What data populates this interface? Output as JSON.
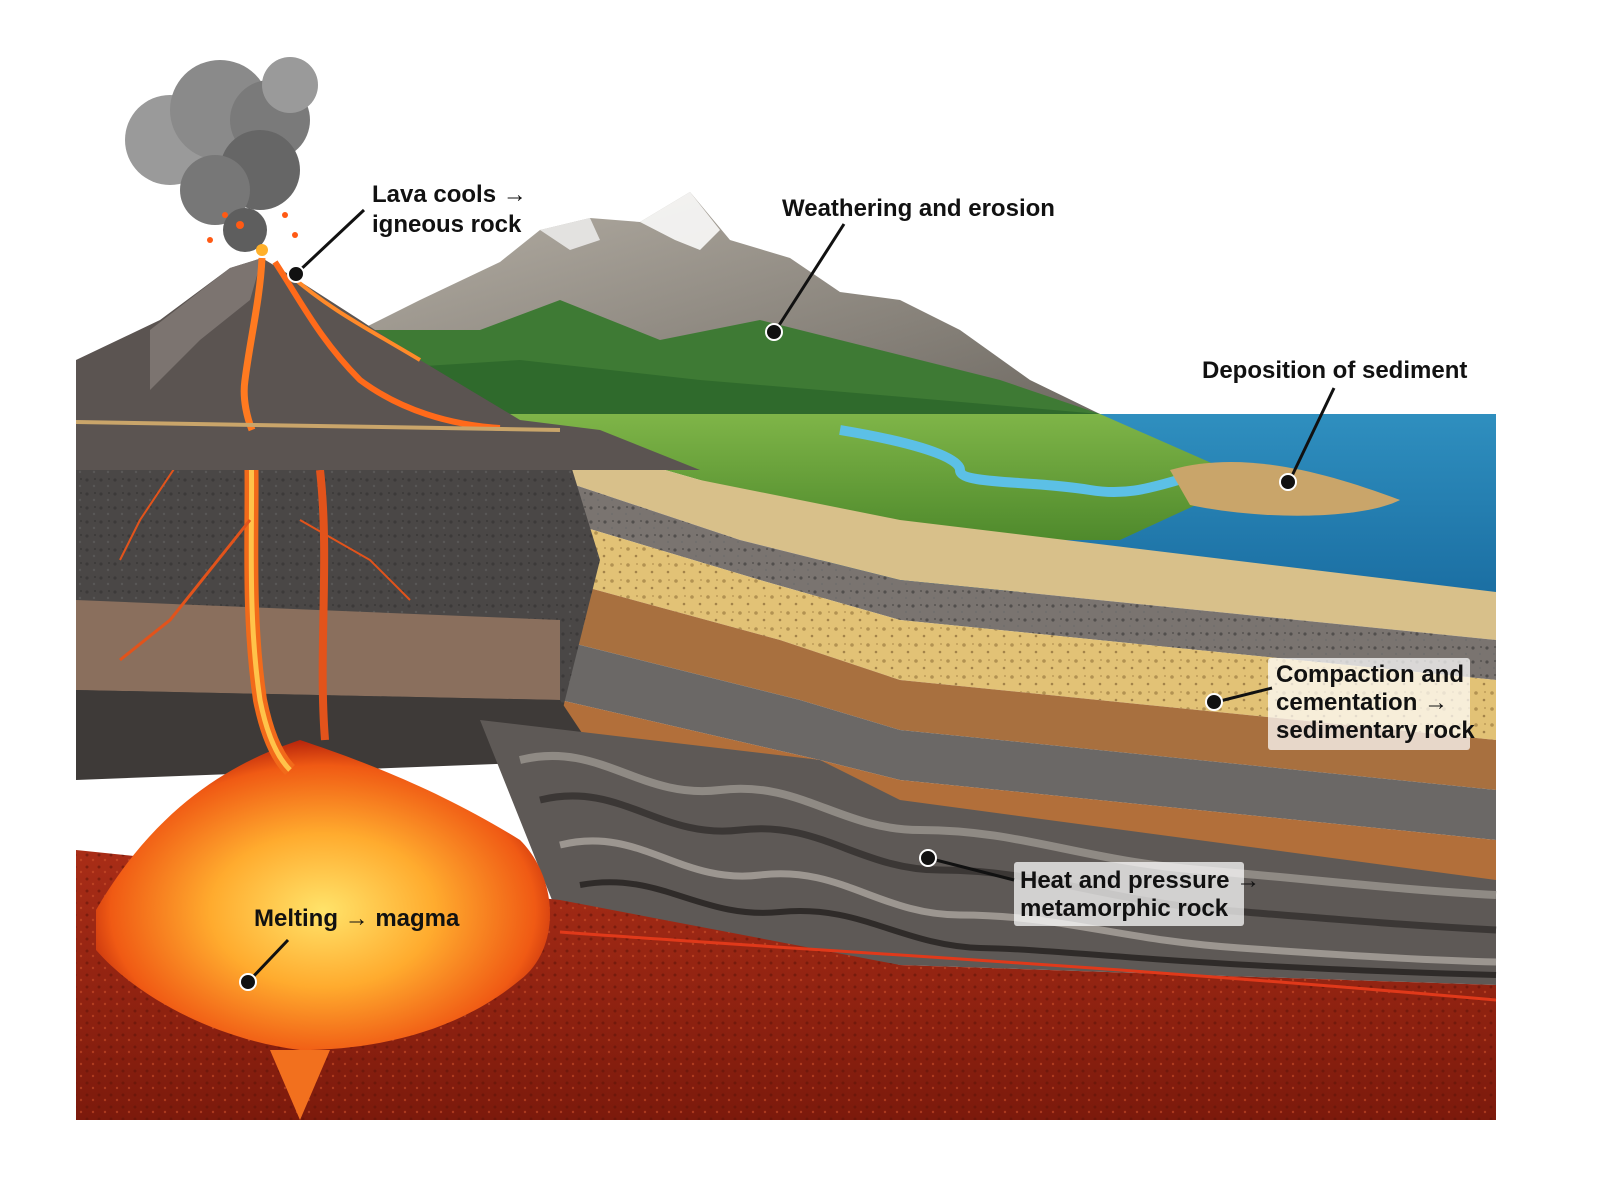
{
  "labels": {
    "lava": [
      "Lava cools →",
      "igneous rock"
    ],
    "weathering": [
      "Weathering and erosion"
    ],
    "deposition": [
      "Deposition of sediment"
    ],
    "compaction": [
      "Compaction and",
      "cementation →",
      "sedimentary rock"
    ],
    "heat": [
      "Heat and pressure →",
      "metamorphic rock"
    ],
    "melting": [
      "Melting → magma"
    ]
  }
}
